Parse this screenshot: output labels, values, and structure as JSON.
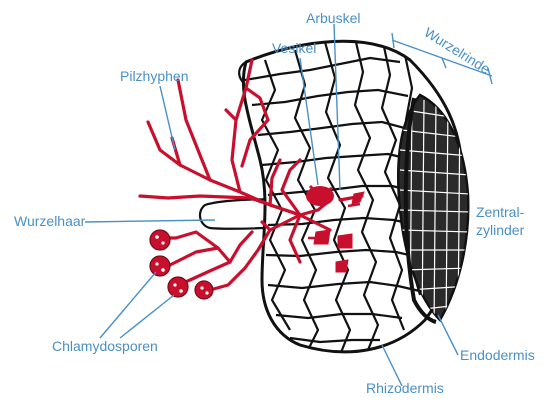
{
  "labels": {
    "arbuskel": "Arbuskel",
    "wurzelrinde": "Wurzelrinde",
    "vesikel": "Vesikel",
    "pilzhyphen": "Pilzhyphen",
    "wurzelhaar": "Wurzelhaar",
    "zentralzylinder_line1": "Zentral-",
    "zentralzylinder_line2": "zylinder",
    "chlamydosporen": "Chlamydosporen",
    "endodermis": "Endodermis",
    "rhizodermis": "Rhizodermis"
  },
  "colors": {
    "label_text": "#4a90c8",
    "leader_lines": "#4a90c8",
    "cell_walls": "#111111",
    "fungus": "#c8102e",
    "background": "#ffffff"
  }
}
